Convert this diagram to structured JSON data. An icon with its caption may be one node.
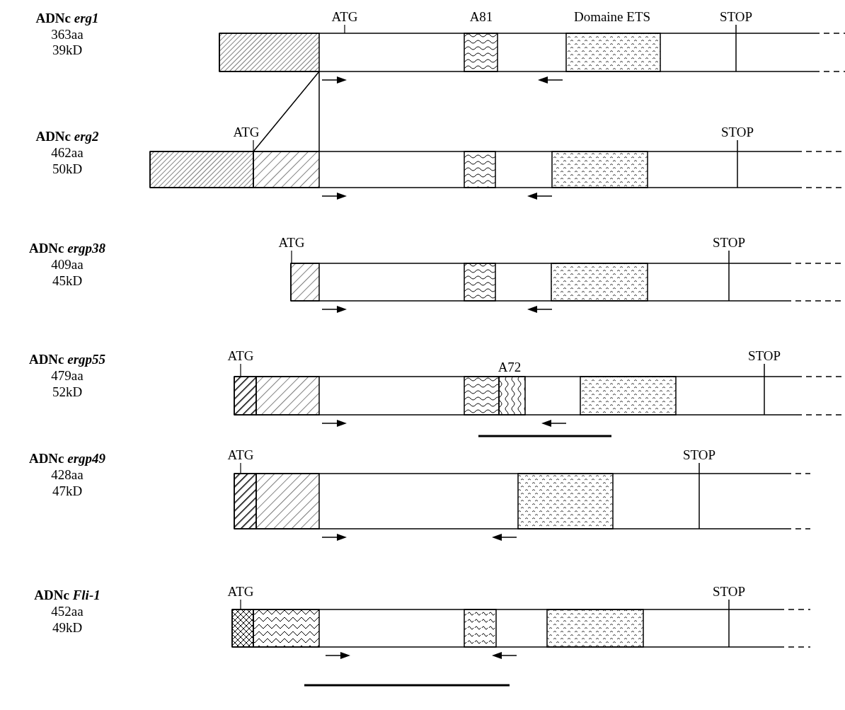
{
  "diagram": {
    "labels": [
      "ADNc *erg1*",
      "363aa",
      "39kD",
      "ATG",
      "A81",
      "Domaine ETS",
      "STOP",
      "ADNc *erg2*",
      "462aa",
      "50kD",
      "ATG",
      "STOP",
      "ADNc *ergp38*",
      "409aa",
      "45kD",
      "ATG",
      "STOP",
      "ADNc *ergp55*",
      "479aa",
      "52kD",
      "ATG",
      "A72",
      "STOP",
      "ADNc *ergp49*",
      "428aa",
      "47kD",
      "ATG",
      "STOP",
      "ADNc *Fli-1*",
      "452aa",
      "49kD",
      "ATG",
      "STOP"
    ]
  }
}
